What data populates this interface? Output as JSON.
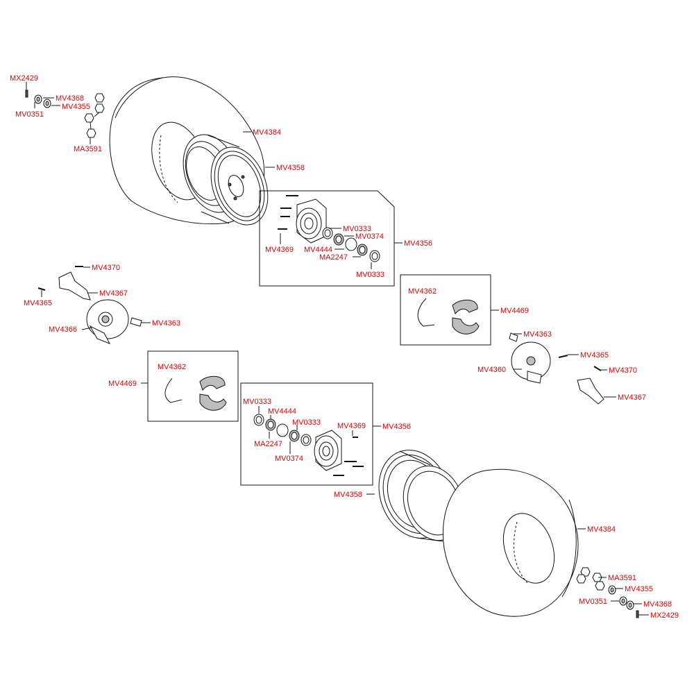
{
  "colors": {
    "label": "#e00000",
    "line": "#111111",
    "background": "#ffffff"
  },
  "labels": {
    "top_left": {
      "mx2429": "MX2429",
      "mv4368": "MV4368",
      "mv4355": "MV4355",
      "mv0351": "MV0351",
      "ma3591": "MA3591",
      "mv4384": "MV4384",
      "mv4358": "MV4358"
    },
    "hub_upper": {
      "mv0333_a": "MV0333",
      "mv0374": "MV0374",
      "mv4444": "MV4444",
      "ma2247": "MA2247",
      "mv0333_b": "MV0333",
      "mv4369": "MV4369",
      "kit": "MV4356"
    },
    "brake_left": {
      "mv4370": "MV4370",
      "mv4367": "MV4367",
      "mv4365": "MV4365",
      "mv4366": "MV4366",
      "mv4363": "MV4363"
    },
    "shoe_right": {
      "mv4362": "MV4362",
      "kit": "MV4469"
    },
    "brake_right": {
      "mv4363": "MV4363",
      "mv4365": "MV4365",
      "mv4360": "MV4360",
      "mv4370": "MV4370",
      "mv4367": "MV4367"
    },
    "shoe_left": {
      "mv4362": "MV4362",
      "kit": "MV4469"
    },
    "hub_lower": {
      "mv0333_a": "MV0333",
      "mv4444": "MV4444",
      "mv0333_b": "MV0333",
      "mv4369": "MV4369",
      "ma2247": "MA2247",
      "mv0374": "MV0374",
      "kit": "MV4356"
    },
    "bottom_right": {
      "mv4358": "MV4358",
      "mv4384": "MV4384",
      "ma3591": "MA3591",
      "mv4355": "MV4355",
      "mv0351": "MV0351",
      "mv4368": "MV4368",
      "mx2429": "MX2429"
    }
  }
}
